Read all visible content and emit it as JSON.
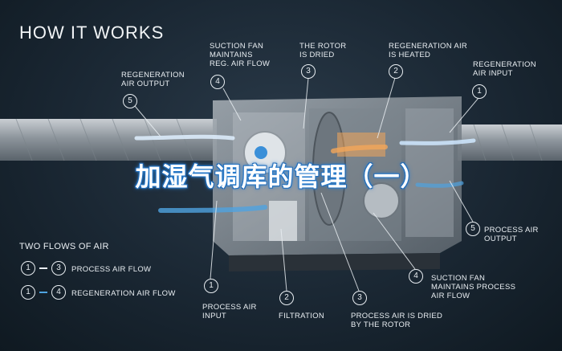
{
  "title": "HOW IT WORKS",
  "overlay_title": "加湿气调库的管理（一）",
  "callouts_top": [
    {
      "num": "5",
      "label": "REGENERATION\nAIR OUTPUT"
    },
    {
      "num": "4",
      "label": "SUCTION FAN\nMAINTAINS\nREG. AIR FLOW"
    },
    {
      "num": "3",
      "label": "THE ROTOR\nIS DRIED"
    },
    {
      "num": "2",
      "label": "REGENERATION AIR\nIS HEATED"
    },
    {
      "num": "1",
      "label": "REGENERATION\nAIR INPUT"
    }
  ],
  "callouts_bottom": [
    {
      "num": "1",
      "label": "PROCESS AIR\nINPUT"
    },
    {
      "num": "2",
      "label": "FILTRATION"
    },
    {
      "num": "3",
      "label": "PROCESS AIR IS DRIED\nBY THE ROTOR"
    },
    {
      "num": "4",
      "label": "SUCTION FAN\nMAINTAINS PROCESS\nAIR FLOW"
    },
    {
      "num": "5",
      "label": "PROCESS AIR\nOUTPUT"
    }
  ],
  "legend": {
    "heading": "TWO FLOWS OF AIR",
    "rows": [
      {
        "from": "1",
        "to": "3",
        "label": "PROCESS AIR FLOW"
      },
      {
        "from": "1",
        "to": "4",
        "label": "REGENERATION AIR FLOW"
      }
    ]
  },
  "colors": {
    "background": "#1a2733",
    "process_air": "#cfe8ff",
    "regeneration_air": "#4fa3e0",
    "heated_air": "#f2a65a",
    "accent": "#2a7fd0"
  }
}
